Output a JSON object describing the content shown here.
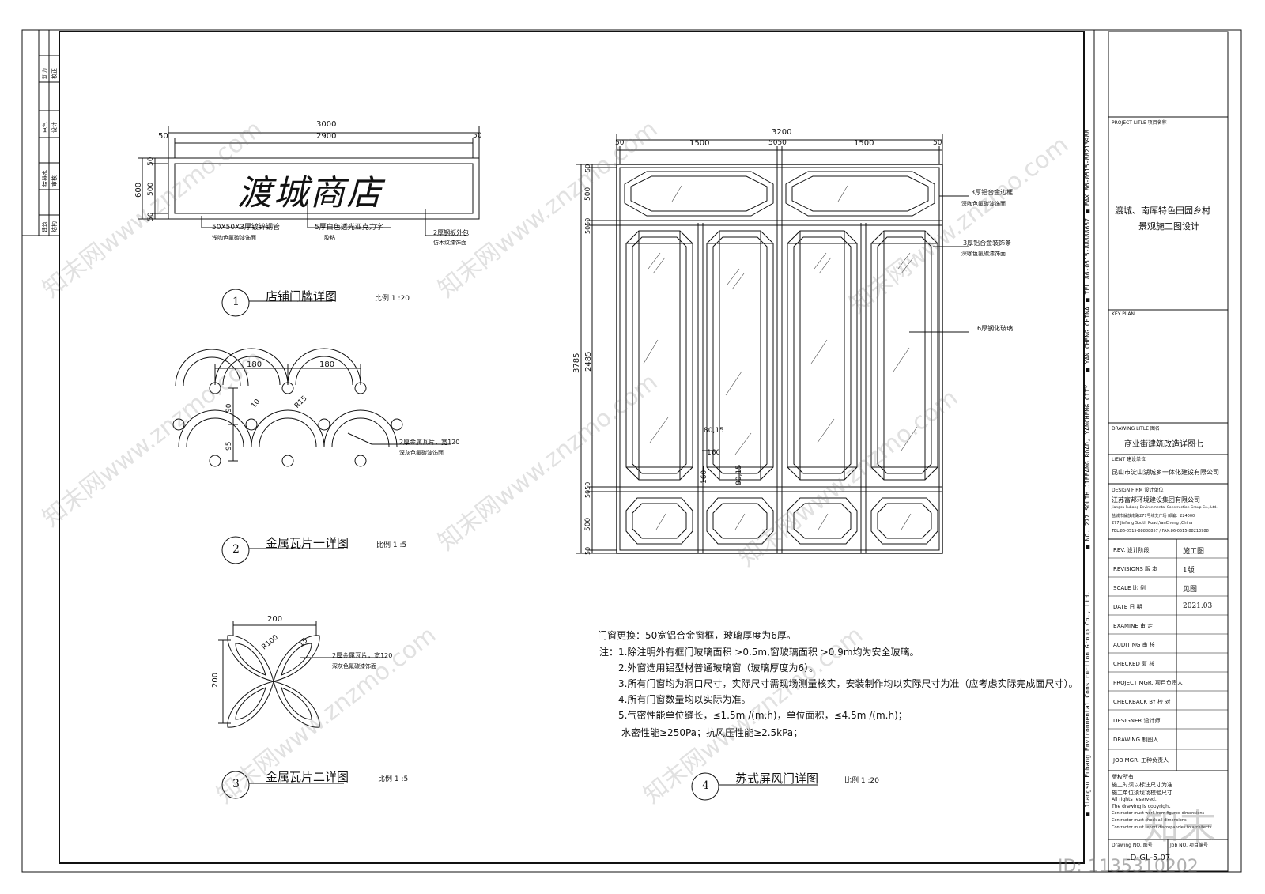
{
  "left_strip": {
    "labels": [
      "动力",
      "校正",
      "电气",
      "设计",
      "给排水",
      "审核",
      "建筑",
      "结构"
    ]
  },
  "detail1": {
    "sign_text": "渡城商店",
    "dim_total": "3000",
    "dim_inner": "2900",
    "dim_edge_left": "50",
    "dim_edge_right": "50",
    "dim_height": "600",
    "dim_h_top": "50",
    "dim_h_mid": "500",
    "dim_h_bot": "50",
    "callout1_line1": "50X50X3厚镀锌钢管",
    "callout1_line2": "浅咖色氟碳漆饰面",
    "callout2_line1": "5厚白色透光亚克力字",
    "callout2_line2": "胶粘",
    "callout3_line1": "2厚钢板外包",
    "callout3_line2": "仿木纹漆饰面",
    "number": "1",
    "title": "店铺门牌详图",
    "scale": "比例  1 :20"
  },
  "detail2": {
    "dim_a": "180",
    "dim_b": "180",
    "dim_c": "90",
    "dim_d": "95",
    "dim_r": "R15",
    "dim_w": "10",
    "callout_line1": "2厚金属瓦片，宽120",
    "callout_line2": "深灰色氟碳漆饰面",
    "number": "2",
    "title": "金属瓦片一详图",
    "scale": "比例  1 :5"
  },
  "detail3": {
    "dim_w": "200",
    "dim_h": "200",
    "dim_r": "R100",
    "dim_t": "15",
    "callout_line1": "2厚金属瓦片，宽120",
    "callout_line2": "深灰色氟碳漆饰面",
    "number": "3",
    "title": "金属瓦片二详图",
    "scale": "比例  1 :5"
  },
  "detail4": {
    "dim_total": "3200",
    "dim_top": [
      "50",
      "1500",
      "5050",
      "1500",
      "50"
    ],
    "dim_left_total": "3785",
    "dim_left": [
      "50",
      "500",
      "5050",
      "2485",
      "5050",
      "500",
      "50"
    ],
    "dim_inner_a": "80,15",
    "dim_inner_b": "160",
    "dim_inner_c": "160",
    "dim_inner_d": "80,15",
    "callout1_line1": "3厚铝合金边框",
    "callout1_line2": "深咖色氟碳漆饰面",
    "callout2_line1": "3厚铝合金装饰条",
    "callout2_line2": "深咖色氟碳漆饰面",
    "callout3": "6厚钢化玻璃",
    "number": "4",
    "title": "苏式屏风门详图",
    "scale": "比例  1 :20"
  },
  "notes": [
    "门窗更换：50宽铝合金窗框，玻璃厚度为6厚。",
    "注：1.除注明外有框门玻璃面积 >0.5m,窗玻璃面积 >0.9m均为安全玻璃。",
    "2.外窗选用铝型材普通玻璃窗（玻璃厚度为6）。",
    "3.所有门窗均为洞口尺寸，实际尺寸需现场测量核实，安装制作均以实际尺寸为准（应考虑实际完成面尺寸）。",
    "4.所有门窗数量均以实际为准。",
    "5.气密性能单位缝长，≤1.5m /(m.h)，单位面积，≤4.5m /(m.h)；",
    "水密性能≥250Pa；抗风压性能≥2.5kPa；"
  ],
  "side_strip": {
    "fax": "■ FAX 86-0515-88213988",
    "tel": "■ TEL 86-0515-88888657",
    "city": "■ YAN CHENG  CHINA",
    "addr": "■ NO. 277 SOUTH JIEFANG ROAD, YANCHENG CITY",
    "company": "■ Jiangsu Fubang Environmental Construction Group Co., Ltd."
  },
  "title_block": {
    "project_label": "PROJECT LITLE 项目名称",
    "project_name_1": "渡城、南厍特色田园乡村",
    "project_name_2": "景观施工图设计",
    "key_plan": "KEY PLAN",
    "drawing_label": "DRAWING LITLE 图名",
    "drawing_name": "商业街建筑改造详图七",
    "client_label": "LIENT 建设单位",
    "client_name": "昆山市淀山湖城乡一体化建设有限公司",
    "design_label": "DESIGN FIRM 设计单位",
    "design_cn": "江苏富邦环境建设集团有限公司",
    "design_en": "Jiangsu Fubang Environmental Construction Group Co., Ltd.",
    "design_addr_cn": "盐城市解放南路277号维艾广场  邮编：224000",
    "design_addr_en": "277 Jiefang South Road,YanCheng ,China",
    "design_tel": "TEL:86-0515-88888857 / FAX:86-0515-88213988",
    "rows": [
      {
        "k": "REV.      设计阶段",
        "v": "施工图"
      },
      {
        "k": "REVISIONS  版  本",
        "v": "1版"
      },
      {
        "k": "SCALE     比  例",
        "v": "见图"
      },
      {
        "k": "DATE      日  期",
        "v": "2021.03"
      },
      {
        "k": "EXAMINE    审  定",
        "v": ""
      },
      {
        "k": "AUDITING   审  核",
        "v": ""
      },
      {
        "k": "CHECKED    复  核",
        "v": ""
      },
      {
        "k": "PROJECT MGR. 项目负责人",
        "v": ""
      },
      {
        "k": "CHECKBACK BY 校  对",
        "v": ""
      },
      {
        "k": "DESIGNER   设计师",
        "v": ""
      },
      {
        "k": "DRAWING    制图人",
        "v": ""
      },
      {
        "k": "JOB MGR.   工种负责人",
        "v": ""
      }
    ],
    "copyright": [
      "版权所有",
      "施工时须以标注尺寸为准",
      "施工单位须现场校验尺寸",
      "All rights reserved.",
      "The drawing is copyright",
      "Contractor must work from figured dimensions",
      "Contractor must check all dimensions",
      "Contractor must report discrepancies to architects"
    ],
    "drawing_no_label": "Drawing NO. 图号",
    "job_no_label": "Job NO. 项目编号",
    "drawing_no": "LD-GL-5.07"
  },
  "watermark": {
    "id": "ID: 1135310202",
    "brand": "知末",
    "site": "知末网www.znzmo.com"
  }
}
